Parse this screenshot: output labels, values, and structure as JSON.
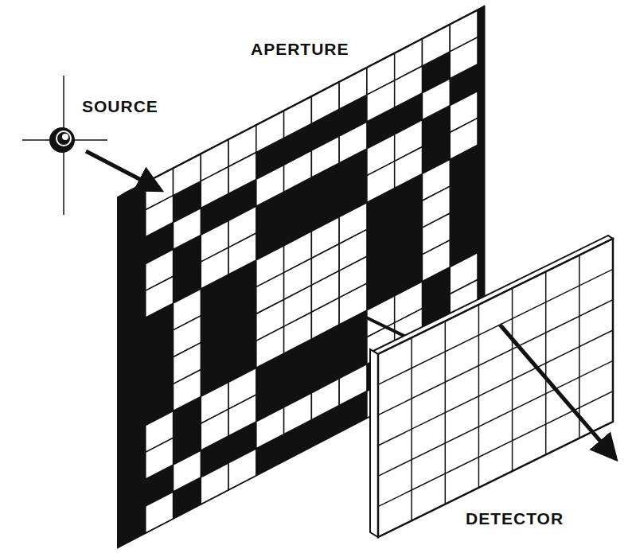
{
  "diagram": {
    "labels": [
      "APERTURE",
      "SOURCE",
      "DETECTOR"
    ]
  }
}
